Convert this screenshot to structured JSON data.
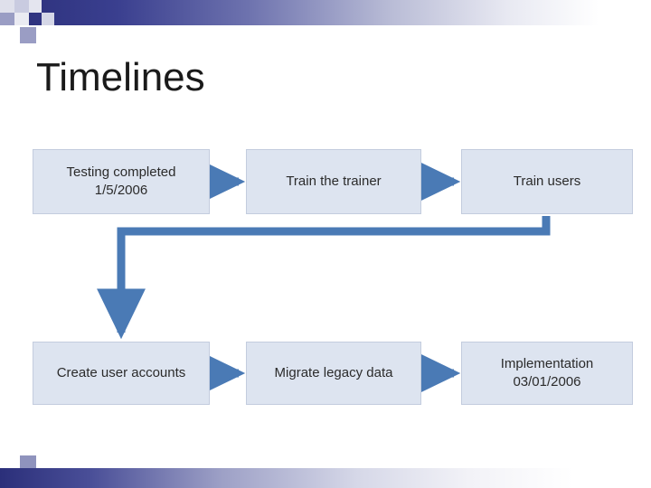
{
  "slide": {
    "title": "Timelines"
  },
  "diagram": {
    "type": "flowchart",
    "nodes": [
      {
        "id": "n1",
        "lines": [
          "Testing completed",
          "1/5/2006"
        ]
      },
      {
        "id": "n2",
        "lines": [
          "Train the trainer"
        ]
      },
      {
        "id": "n3",
        "lines": [
          "Train users"
        ]
      },
      {
        "id": "n4",
        "lines": [
          "Create user accounts"
        ]
      },
      {
        "id": "n5",
        "lines": [
          "Migrate legacy data"
        ]
      },
      {
        "id": "n6",
        "lines": [
          "Implementation",
          "03/01/2006"
        ]
      }
    ],
    "edges": [
      {
        "from": "n1",
        "to": "n2"
      },
      {
        "from": "n2",
        "to": "n3"
      },
      {
        "from": "n3",
        "to": "n4"
      },
      {
        "from": "n4",
        "to": "n5"
      },
      {
        "from": "n5",
        "to": "n6"
      }
    ]
  },
  "colors": {
    "node_fill": "#dde4f0",
    "node_border": "#c3ccde",
    "arrow": "#4a7ab5",
    "band_dark": "#2b2f7a",
    "accent_square": "#9a9dc4",
    "title_text": "#1a1a1a"
  }
}
